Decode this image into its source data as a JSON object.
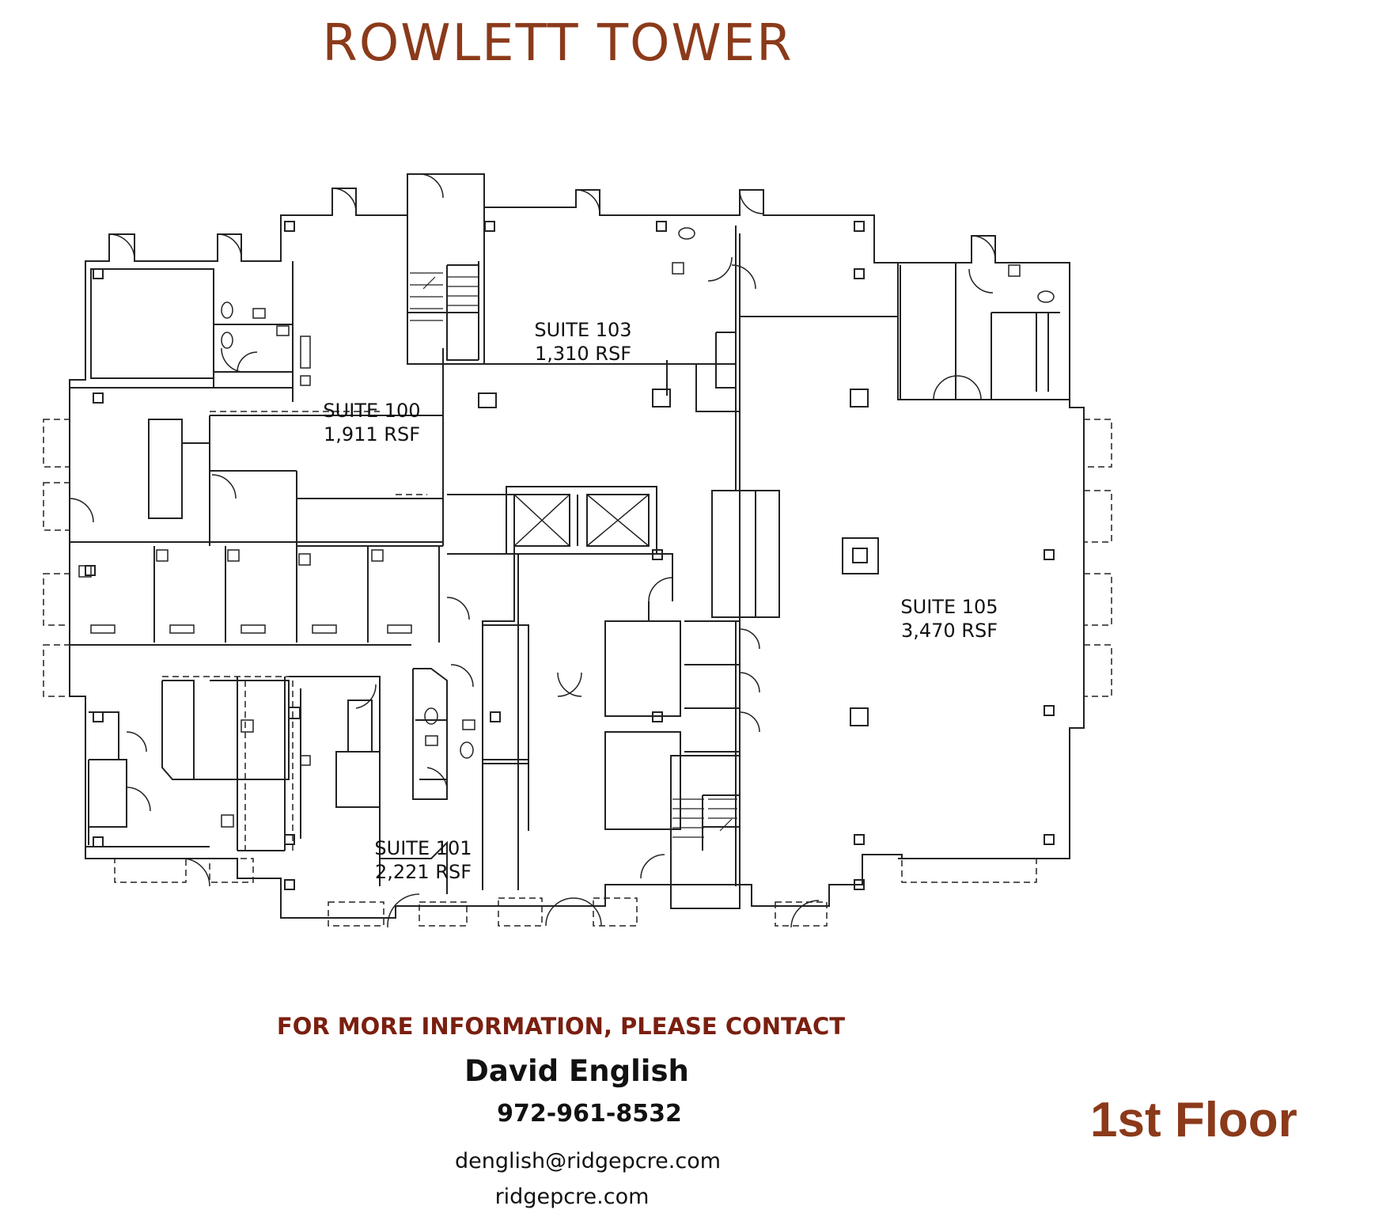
{
  "building": {
    "title": "ROWLETT TOWER"
  },
  "suites": [
    {
      "name": "SUITE 100",
      "area": "1,911 RSF"
    },
    {
      "name": "SUITE 103",
      "area": "1,310 RSF"
    },
    {
      "name": "SUITE 105",
      "area": "3,470 RSF"
    },
    {
      "name": "SUITE 101",
      "area": "2,221 RSF"
    }
  ],
  "contact": {
    "heading": "FOR MORE INFORMATION, PLEASE CONTACT",
    "name": "David English",
    "phone": "972-961-8532",
    "email": "denglish@ridgepcre.com",
    "website": "ridgepcre.com"
  },
  "floor_label": "1st Floor",
  "colors": {
    "accent": "#8b3a1a",
    "contact_heading": "#7a1f10",
    "lines": "#222222"
  }
}
